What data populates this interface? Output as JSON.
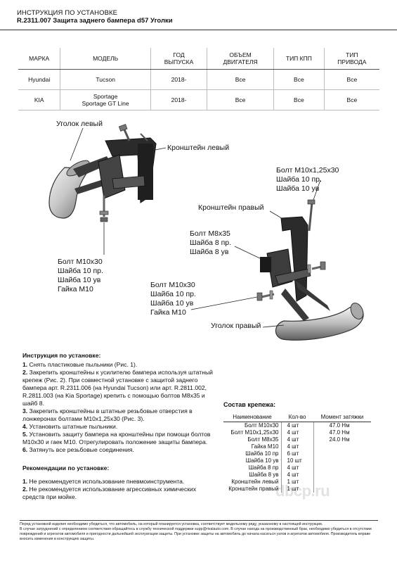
{
  "header": {
    "title": "ИНСТРУКЦИЯ ПО УСТАНОВКЕ",
    "product": "R.2311.007 Защита заднего бампера d57 Уголки"
  },
  "vehicle_table": {
    "headers": [
      [
        "МАРКА",
        ""
      ],
      [
        "МОДЕЛЬ",
        ""
      ],
      [
        "ГОД",
        "ВЫПУСКА"
      ],
      [
        "ОБЪЕМ",
        "ДВИГАТЕЛЯ"
      ],
      [
        "ТИП КПП",
        ""
      ],
      [
        "ТИП",
        "ПРИВОДА"
      ]
    ],
    "rows": [
      [
        "Hyundai",
        "Tucson",
        "",
        "2018-",
        "Все",
        "Все",
        "Все"
      ],
      [
        "KIA",
        "Sportage",
        "Sportage GT Line",
        "2018-",
        "Все",
        "Все",
        "Все"
      ]
    ]
  },
  "diagram": {
    "corner_left": "Уголок левый",
    "bracket_left": "Кронштейн левый",
    "bracket_right": "Кронштейн правый",
    "corner_right": "Уголок правый",
    "callout_top_right": [
      "Болт M10x1,25x30",
      "Шайба 10 пр.",
      "Шайба 10 ув"
    ],
    "callout_m8": [
      "Болт M8x35",
      "Шайба 8 пр.",
      "Шайба 8 ув"
    ],
    "callout_left_bottom": [
      "Болт M10x30",
      "Шайба 10 пр.",
      "Шайба 10 ув",
      "Гайка M10"
    ],
    "callout_mid_bottom": [
      "Болт M10x30",
      "Шайба 10 пр.",
      "Шайба 10 ув",
      "Гайка M10"
    ]
  },
  "instructions": {
    "heading": "Инструкция по установке:",
    "steps": [
      {
        "num": "1.",
        "text": " Снять пластиковые пыльники (Рис. 1)."
      },
      {
        "num": "2.",
        "text": " Закрепить кронштейны к усилителю бампера используя штатный крепеж (Рис. 2). При совместной установке с защитой заднего бампера арт. R.2311.006 (на Hyundai Tucson) или арт. R.2811.002, R.2811.003 (на Kia Sportage) крепить с помощью болтов M8x35 и шайб 8."
      },
      {
        "num": "3.",
        "text": " Закрепить кронштейны в штатные резьбовые отверстия в лонжеронах болтами M10x1,25x30 (Рис. 3)."
      },
      {
        "num": "4.",
        "text": " Установить штатные пыльники."
      },
      {
        "num": "5.",
        "text": " Установить защиту бампера на кронштейны при помощи болтов M10x30 и гаек M10. Отрегулировать положение защиты бампера."
      },
      {
        "num": "6.",
        "text": " Затянуть все резьбовые соединения."
      }
    ]
  },
  "recommendations": {
    "heading": "Рекомендации по установке:",
    "items": [
      {
        "num": "1.",
        "text": " Не рекомендуется использование пневмоинструмента."
      },
      {
        "num": "2.",
        "text": " Не рекомендуется использование агрессивных химических средств при мойке."
      }
    ]
  },
  "fasteners": {
    "title": "Состав крепежа:",
    "headers": [
      "Наименование",
      "Кол-во",
      "Момент затяжки"
    ],
    "rows": [
      [
        "Болт M10x30",
        "4 шт",
        "47.0 Нм"
      ],
      [
        "Болт M10x1,25x30",
        "4 шт",
        "47.0 Нм"
      ],
      [
        "Болт M8x35",
        "4 шт",
        "24.0 Нм"
      ],
      [
        "Гайка M10",
        "4 шт",
        ""
      ],
      [
        "Шайба 10 пр",
        "6 шт",
        ""
      ],
      [
        "Шайба 10 ув",
        "10 шт",
        ""
      ],
      [
        "Шайба 8 пр",
        "4 шт",
        ""
      ],
      [
        "Шайба 8 ув",
        "4 шт",
        ""
      ],
      [
        "Кронштейн левый",
        "1 шт",
        ""
      ],
      [
        "Кронштейн правый",
        "1 шт",
        ""
      ]
    ]
  },
  "watermark": "dbcp.ru",
  "footer": [
    "Перед установкой изделия необходимо убедиться, что автомобиль, на который планируется установка, соответствует модельному ряду, указанному в настоящей инструкции.",
    "В случае затруднений с определением соответствия обращайтесь в службу технической поддержки supp@rivalauto.com. В случае находа на производственный брак, необходимо убедиться в отсутствии повреждений и агрегатов автомобиля и пригодности дальнейшей эксплуатации защиты. При установке защиты на автомобиль до начала касаться узлов и агрегатов автомобиля. Производитель вправе вносить изменения в конструкцию защиты."
  ],
  "colors": {
    "metal_light": "#d9d9d9",
    "metal_dark": "#5a5a5a",
    "bracket": "#2b2b2b",
    "bolt": "#7a7a7a"
  }
}
